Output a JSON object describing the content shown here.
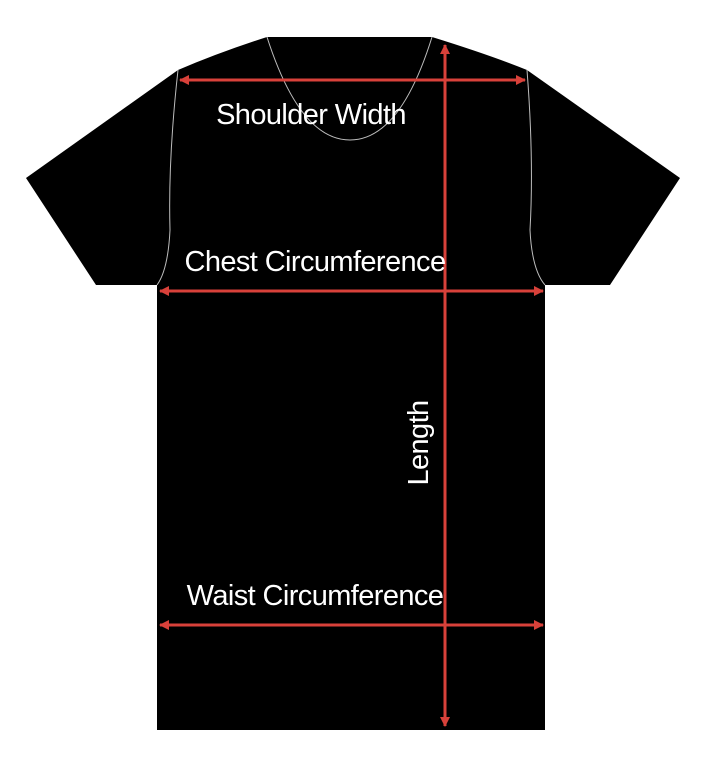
{
  "labels": {
    "shoulder": "Shoulder Width",
    "chest": "Chest Circumference",
    "length": "Length",
    "waist": "Waist Circumference"
  },
  "colors": {
    "shirt": "#000000",
    "arrow": "#d8413a",
    "seam": "#bdbdbd",
    "text": "#ffffff",
    "background": "#ffffff"
  }
}
